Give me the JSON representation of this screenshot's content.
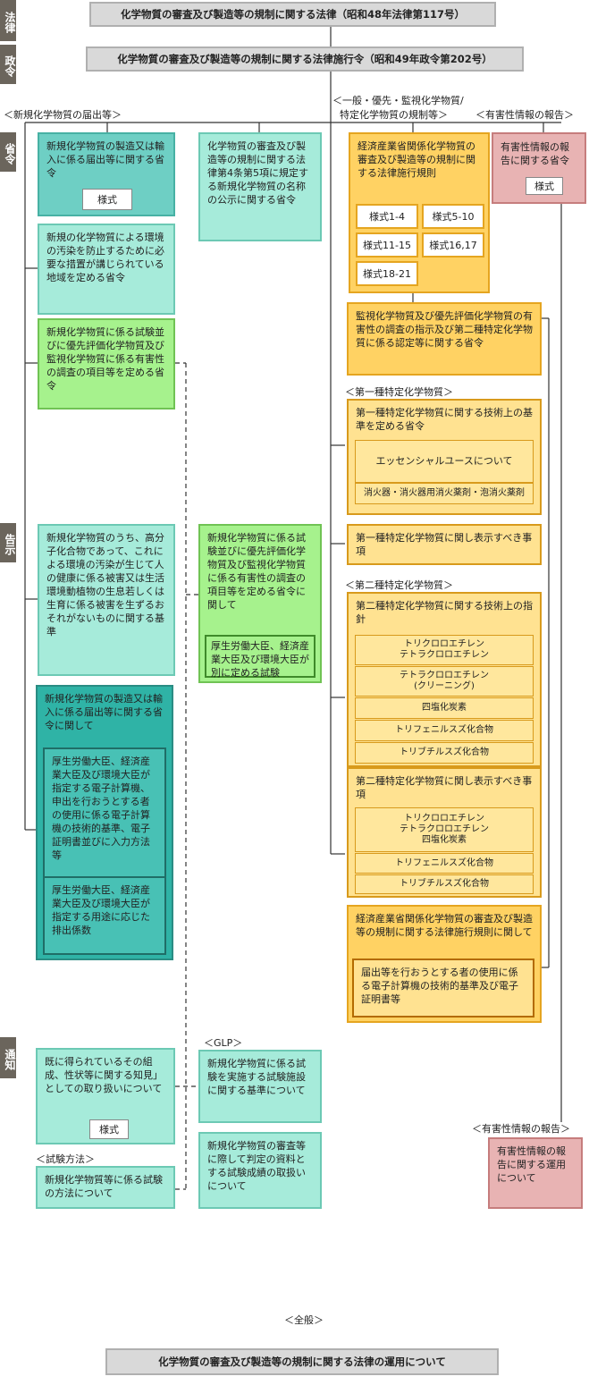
{
  "side": {
    "law": "法律",
    "order": "政令",
    "ministerial": "省令",
    "notice": "告示",
    "circular": "通知"
  },
  "law_title": "化学物質の審査及び製造等の規制に関する法律（昭和48年法律第117号）",
  "order_title": "化学物質の審査及び製造等の規制に関する法律施行令（昭和49年政令第202号）",
  "labels": {
    "new": "＜新規化学物質の届出等＞",
    "general1": "＜一般・優先・監視化学物質/",
    "general2": "特定化学物質の規制等＞",
    "harm_top": "＜有害性情報の報告＞",
    "first": "＜第一種特定化学物質＞",
    "second": "＜第二種特定化学物質＞",
    "glp": "＜GLP＞",
    "test_method": "＜試験方法＞",
    "harm_bottom": "＜有害性情報の報告＞",
    "all": "＜全般＞"
  },
  "boxes": {
    "notify_ordinance": "新規化学物質の製造又は輸入に係る届出等に関する省令",
    "form": "様式",
    "region": "新規の化学物質による環境の汚染を防止するために必要な措置が講じられている地域を定める省令",
    "test_items": "新規化学物質に係る試験並びに優先評価化学物質及び監視化学物質に係る有害性の調査の項目等を定める省令",
    "publish_name": "化学物質の審査及び製造等の規制に関する法律第4条第5項に規定する新規化学物質の名称の公示に関する省令",
    "meti_rules": "経済産業省関係化学物質の審査及び製造等の規制に関する法律施行規則",
    "form_cells": [
      "様式1-4",
      "様式5-10",
      "様式11-15",
      "様式16,17",
      "様式18-21"
    ],
    "harm_ordinance": "有害性情報の報告に関する省令",
    "monitor": "監視化学物質及び優先評価化学物質の有害性の調査の指示及び第二種特定化学物質に係る認定等に関する省令",
    "first_tech": "第一種特定化学物質に関する技術上の基準を定める省令",
    "essential": "エッセンシャルユースについて",
    "extinguisher": "消火器・消火器用消火薬剤・泡消火薬剤",
    "first_display": "第一種特定化学物質に関し表示すべき事項",
    "polymer": "新規化学物質のうち、高分子化合物であって、これによる環境の汚染が生じて人の健康に係る被害又は生活環境動植物の生息若しくは生育に係る被害を生ずるおそれがないものに関する基準",
    "test_notice": "新規化学物質に係る試験並びに優先評価化学物質及び監視化学物質に係る有害性の調査の項目等を定める省令に関して",
    "test_notice_sub": "厚生労働大臣、経済産業大臣及び環境大臣が別に定める試験",
    "second_tech": "第二種特定化学物質に関する技術上の指針",
    "second_tech_items": [
      "トリクロロエチレン\nテトラクロロエチレン",
      "テトラクロロエチレン\n(クリーニング)",
      "四塩化炭素",
      "トリフェニルスズ化合物",
      "トリブチルスズ化合物"
    ],
    "second_display": "第二種特定化学物質に関し表示すべき事項",
    "second_display_items": [
      "トリクロロエチレン\nテトラクロロエチレン\n四塩化炭素",
      "トリフェニルスズ化合物",
      "トリブチルスズ化合物"
    ],
    "notify_notice": "新規化学物質の製造又は輸入に係る届出等に関する省令に関して",
    "notify_sub1": "厚生労働大臣、経済産業大臣及び環境大臣が指定する電子計算機、申出を行おうとする者の使用に係る電子計算機の技術的基準、電子証明書並びに入力方法等",
    "notify_sub2": "厚生労働大臣、経済産業大臣及び環境大臣が指定する用途に応じた排出係数",
    "meti_notice": "経済産業省関係化学物質の審査及び製造等の規制に関する法律施行規則に関して",
    "meti_notice_sub": "届出等を行おうとする者の使用に係る電子計算機の技術的基準及び電子証明書等",
    "known": "既に得られているその組成、性状等に関する知見」としての取り扱いについて",
    "glp_box": "新規化学物質に係る試験を実施する試験施設に関する基準について",
    "data_box": "新規化学物質の審査等に際して判定の資料とする試験成績の取扱いについて",
    "test_method_box": "新規化学物質等に係る試験の方法について",
    "harm_operation": "有害性情報の報告に関する運用について"
  },
  "bottom_title": "化学物質の審査及び製造等の規制に関する法律の運用について"
}
